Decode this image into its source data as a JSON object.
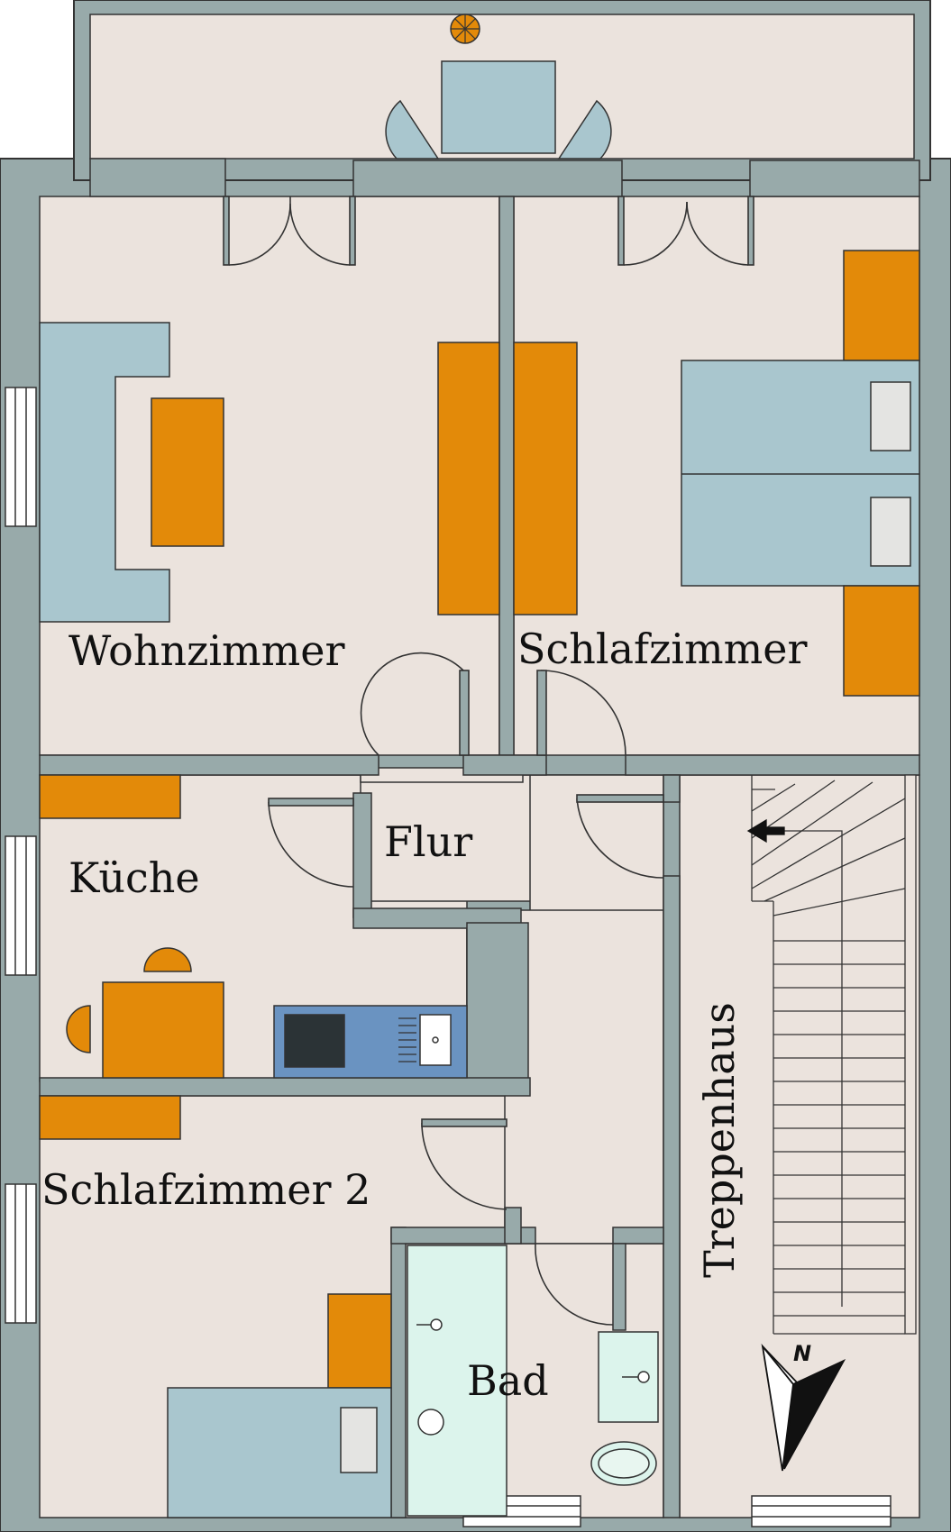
{
  "rooms": {
    "wohnzimmer": "Wohnzimmer",
    "schlafzimmer": "Schlafzimmer",
    "flur": "Flur",
    "kueche": "Küche",
    "schlafzimmer2": "Schlafzimmer 2",
    "treppenhaus": "Treppenhaus",
    "bad": "Bad"
  },
  "compass": {
    "label": "N"
  },
  "colors": {
    "wall": "#98aaaa",
    "floor": "#ebe3dd",
    "furniture_blue": "#a9c6ce",
    "furniture_orange": "#e38a09",
    "kitchen_counter": "#6a93c1",
    "stove": "#2b3336",
    "bath_tile": "#dcf4ec"
  }
}
